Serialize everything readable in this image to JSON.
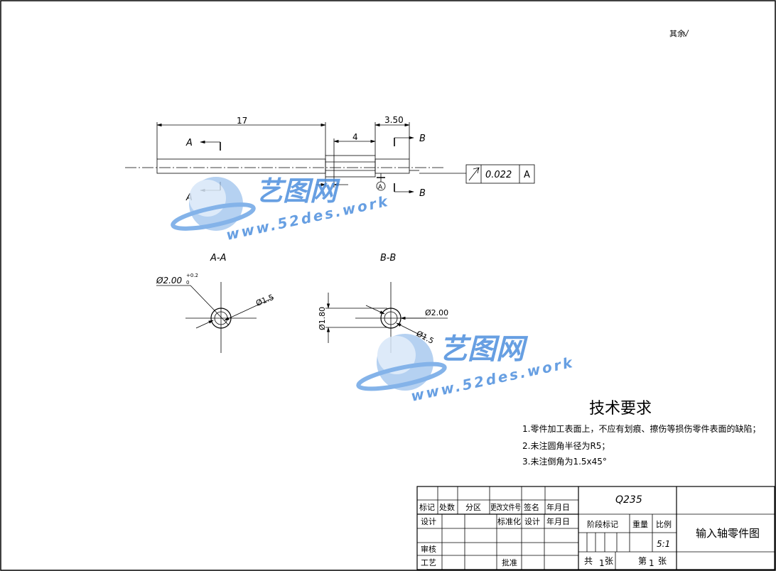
{
  "header": {
    "surface_note": "其余"
  },
  "main_view": {
    "dim_total_length": "17",
    "dim_segment": "4",
    "dim_right_offset": "3.50",
    "section_label_a_top": "A",
    "section_label_a_bottom": "A",
    "section_label_b_top": "B",
    "section_label_b_bottom": "B",
    "datum_marker": "A",
    "tolerance_value": "0.022",
    "tolerance_datum": "A"
  },
  "section_aa": {
    "title": "A-A",
    "diameter_label": "Ø2.00",
    "diameter_tolerance_upper": "+0.2",
    "diameter_tolerance_lower": "0",
    "inner_diameter_label": "Ø1.5"
  },
  "section_bb": {
    "title": "B-B",
    "height_label": "Ø1.80",
    "diameter_label": "Ø2.00",
    "inner_diameter_label": "Ø1.5"
  },
  "watermark": {
    "brand": "艺图网",
    "url": "www.52des.work",
    "color": "#3f84d8"
  },
  "requirements": {
    "title": "技术要求",
    "items": [
      "1.零件加工表面上，不应有划痕、擦伤等损伤零件表面的缺陷；",
      "2.未注圆角半径为R5；",
      "3.未注倒角为1.5x45°"
    ]
  },
  "title_block": {
    "material": "Q235",
    "part_name": "输入轴零件图",
    "headers": [
      "标记",
      "处数",
      "分区",
      "更改文件号",
      "签名",
      "年月日"
    ],
    "design": "设计",
    "standardization": "标准化",
    "design2": "设计",
    "date2": "年月日",
    "stage_mark": "阶段标记",
    "weight": "重量",
    "scale_label": "比例",
    "scale_value": "5:1",
    "review": "审核",
    "process": "工艺",
    "approve": "批准",
    "total_prefix": "共",
    "total_sheets": "1",
    "sheets_unit": "张",
    "sheet_prefix": "第",
    "sheet_no": "1",
    "sheet_unit": "张"
  }
}
